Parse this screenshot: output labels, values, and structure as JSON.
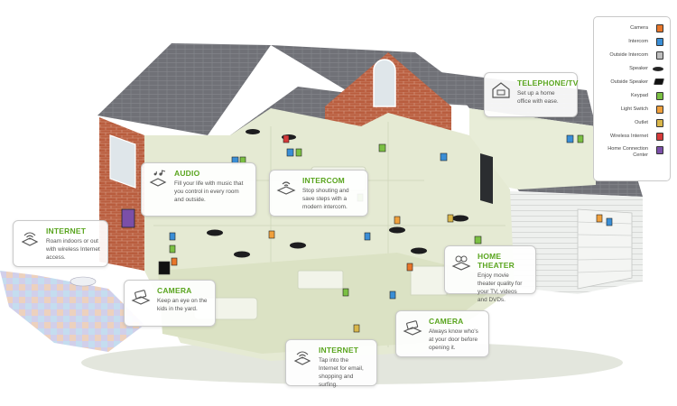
{
  "colors": {
    "accent_green": "#5aa51f",
    "brick": "#b85a3c",
    "roof": "#6d6d72",
    "interior": "#e6ebd5"
  },
  "legend": {
    "items": [
      {
        "label": "Camera",
        "icon": "camera-icon",
        "color": "#e8762a"
      },
      {
        "label": "Intercom",
        "icon": "intercom-icon",
        "color": "#3a8ed6"
      },
      {
        "label": "Outside Intercom",
        "icon": "outside-intercom-icon",
        "color": "#bdbdbd"
      },
      {
        "label": "Speaker",
        "icon": "speaker-icon",
        "color": "#222222"
      },
      {
        "label": "Outside Speaker",
        "icon": "outside-speaker-icon",
        "color": "#111111"
      },
      {
        "label": "Keypad",
        "icon": "keypad-icon",
        "color": "#7bc043"
      },
      {
        "label": "Light Switch",
        "icon": "light-switch-icon",
        "color": "#f0a03c"
      },
      {
        "label": "Outlet",
        "icon": "outlet-icon",
        "color": "#d9b64a"
      },
      {
        "label": "Wireless Internet",
        "icon": "wireless-internet-icon",
        "color": "#d63a3a"
      },
      {
        "label": "Home Connection Center",
        "icon": "home-connection-center-icon",
        "color": "#7b4fa8"
      }
    ]
  },
  "callouts": {
    "audio": {
      "title": "AUDIO",
      "text": "Fill your life with music that you control in every room and outside.",
      "icon": "music-notes-icon"
    },
    "intercom": {
      "title": "INTERCOM",
      "text": "Stop shouting and save steps with a modern intercom.",
      "icon": "intercom-waves-icon"
    },
    "telephone_tv": {
      "title": "TELEPHONE/TV",
      "text": "Set up a home office with ease.",
      "icon": "house-phone-icon"
    },
    "internet_left": {
      "title": "INTERNET",
      "text": "Roam indoors or out with wireless Internet access.",
      "icon": "wifi-icon"
    },
    "camera_left": {
      "title": "CAMERA",
      "text": "Keep an eye on the kids in the yard.",
      "icon": "camera-icon"
    },
    "home_theater": {
      "title": "HOME THEATER",
      "text": "Enjoy movie theater quality for your TV, videos and DVDs.",
      "icon": "film-reel-icon"
    },
    "camera_right": {
      "title": "CAMERA",
      "text": "Always know who's at your door before opening it.",
      "icon": "camera-icon"
    },
    "internet_bottom": {
      "title": "INTERNET",
      "text": "Tap into the Internet for email, shopping and surfing.",
      "icon": "wifi-icon"
    }
  }
}
